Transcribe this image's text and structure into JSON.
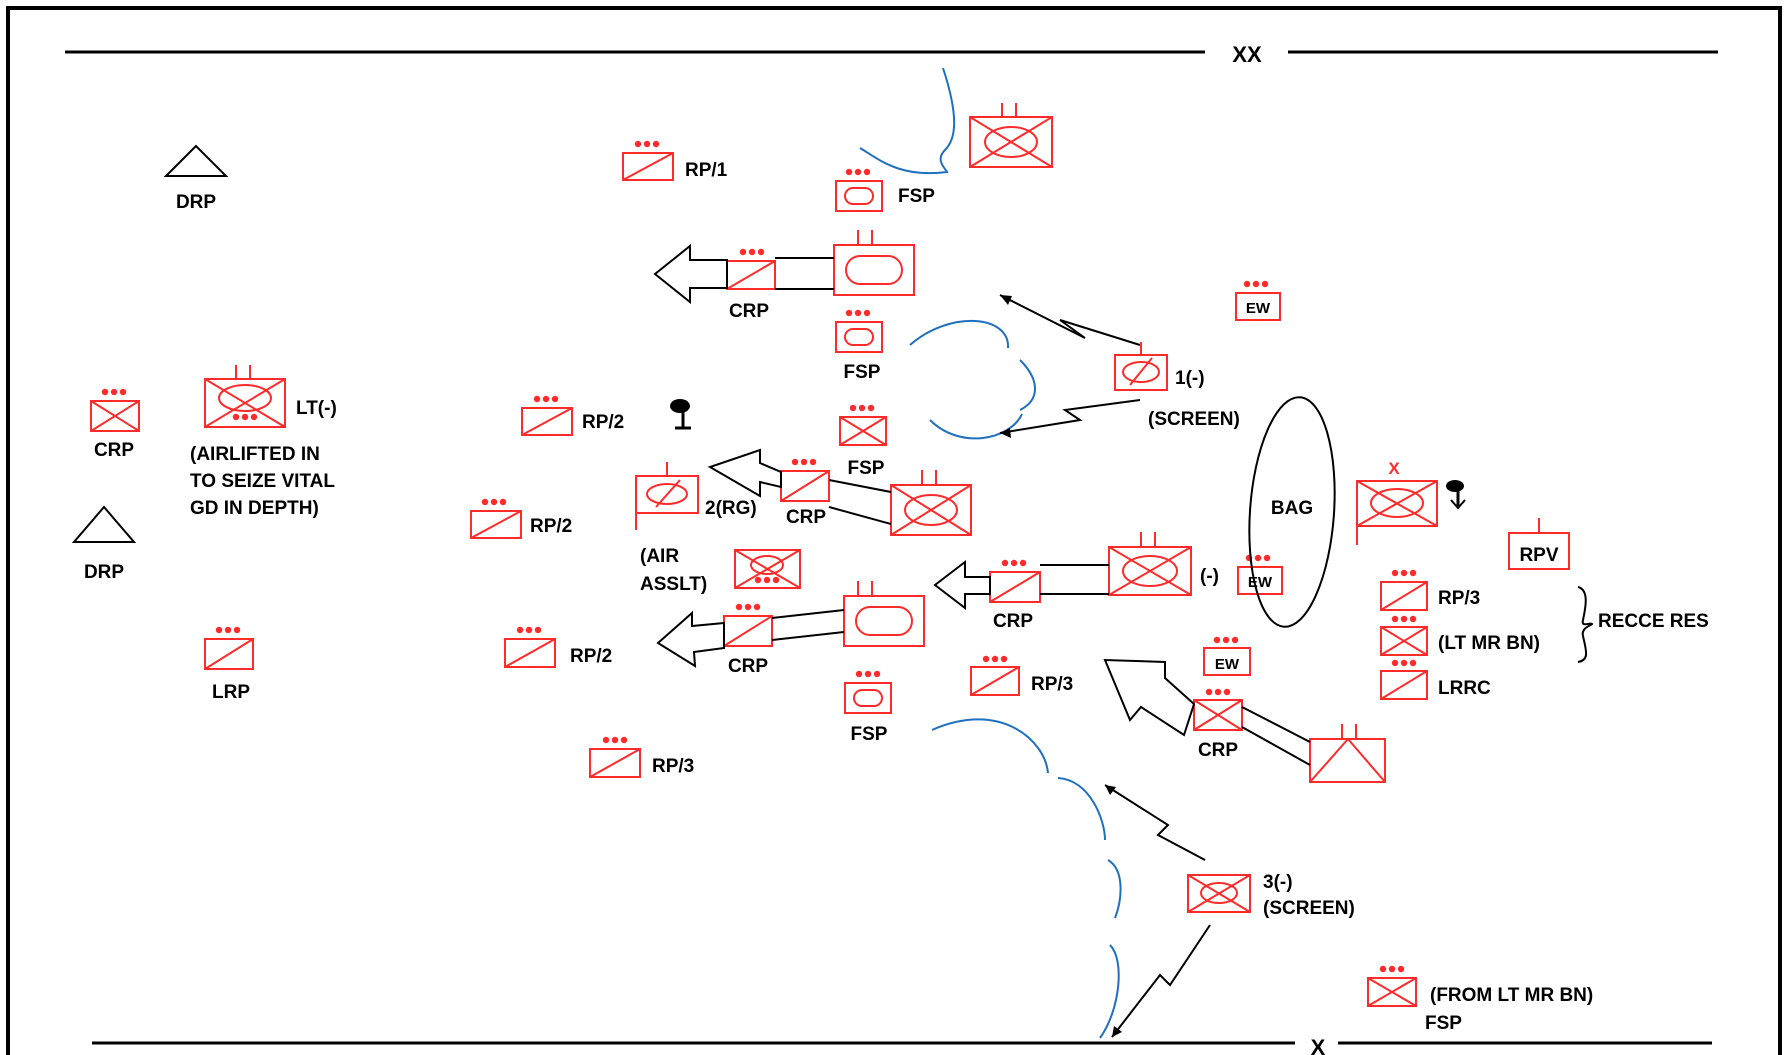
{
  "diagram": {
    "boundary_top": "XX",
    "boundary_bottom": "X",
    "labels": {
      "drp_1": "DRP",
      "drp_2": "DRP",
      "crp_left": "CRP",
      "lt": "LT(-)",
      "airlift_1": "(AIRLIFTED IN",
      "airlift_2": "TO SEIZE VITAL",
      "airlift_3": "GD IN DEPTH)",
      "lrp": "LRP",
      "rp1": "RP/1",
      "rp2_a": "RP/2",
      "rp2_b": "RP/2",
      "rp2_c": "RP/2",
      "rp3_left": "RP/3",
      "fsp_1": "FSP",
      "fsp_2": "FSP",
      "fsp_3": "FSP",
      "fsp_4": "FSP",
      "crp_1": "CRP",
      "crp_2": "CRP",
      "crp_3": "CRP",
      "crp_4": "CRP",
      "crp_5": "CRP",
      "rg": "2(RG)",
      "air_1": "(AIR",
      "air_2": "ASSLT)",
      "screen1_a": "1(-)",
      "screen1_b": "(SCREEN)",
      "ew_1": "EW",
      "ew_2": "EW",
      "ew_3": "EW",
      "minus": "(-)",
      "bag": "BAG",
      "x_mark": "X",
      "rpv": "RPV",
      "rp3_right": "RP/3",
      "lt_mr_bn": "(LT MR BN)",
      "lrrc": "LRRC",
      "recce_res": "RECCE RES",
      "rp3_mid": "RP/3",
      "screen3_a": "3(-)",
      "screen3_b": "(SCREEN)",
      "from_lt_1": "(FROM LT MR BN)",
      "from_lt_2": "FSP"
    }
  },
  "colors": {
    "symbol": "#ff2a2a",
    "boundary": "#000000",
    "screen_arcs": "#1f6fbf"
  }
}
